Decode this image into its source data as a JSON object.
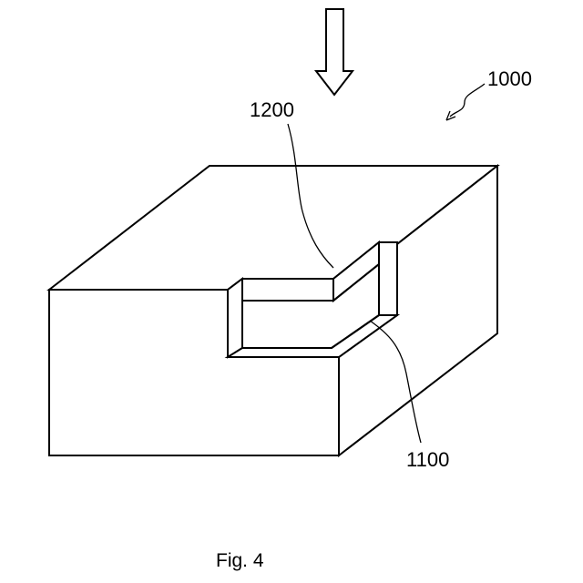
{
  "figure": {
    "caption": "Fig. 4",
    "labels": {
      "device": "1000",
      "groove": "1200",
      "layer": "1100"
    },
    "stroke_color": "#000000",
    "background_color": "#ffffff"
  }
}
